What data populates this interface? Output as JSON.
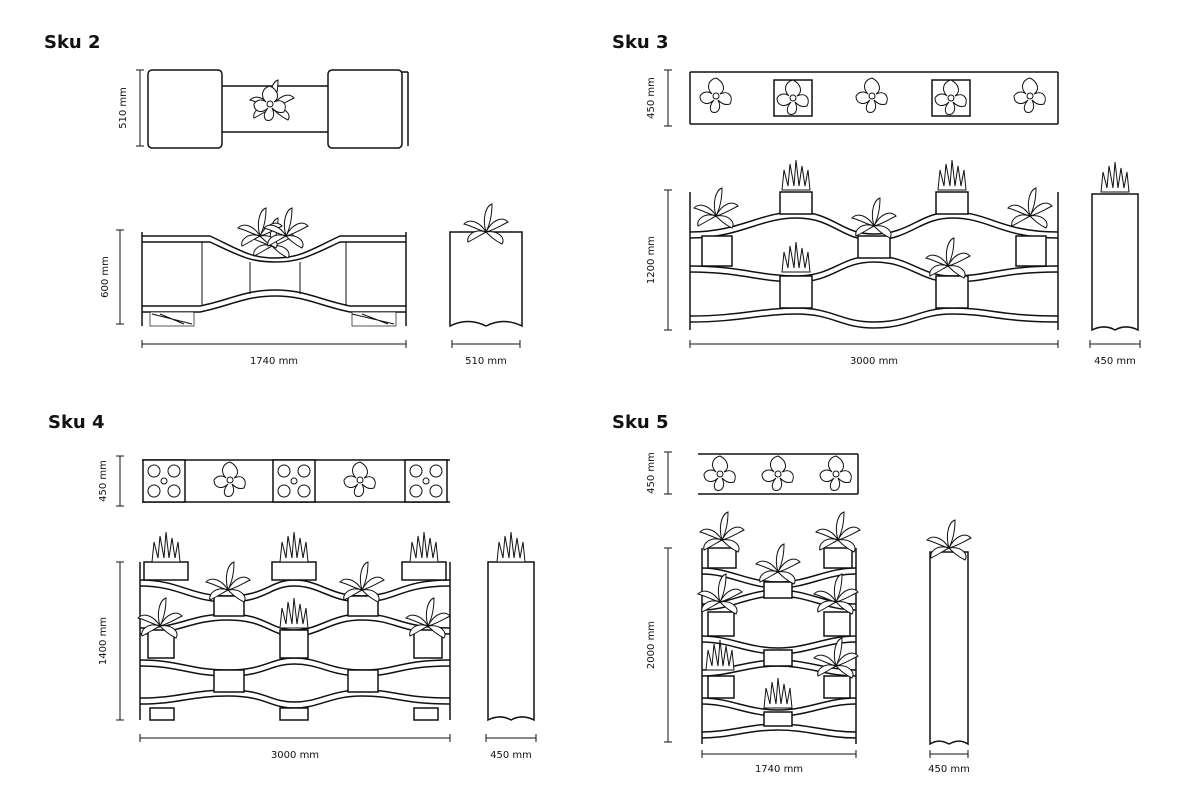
{
  "skus": [
    {
      "title": "Sku 2",
      "top_height": "510 mm",
      "front_height": "600 mm",
      "width": "1740 mm",
      "depth": "510 mm"
    },
    {
      "title": "Sku 3",
      "top_height": "450 mm",
      "front_height": "1200 mm",
      "width": "3000 mm",
      "depth": "450 mm"
    },
    {
      "title": "Sku 4",
      "top_height": "450 mm",
      "front_height": "1400 mm",
      "width": "3000 mm",
      "depth": "450 mm"
    },
    {
      "title": "Sku 5",
      "top_height": "450 mm",
      "front_height": "2000 mm",
      "width": "1740 mm",
      "depth": "450 mm"
    }
  ]
}
